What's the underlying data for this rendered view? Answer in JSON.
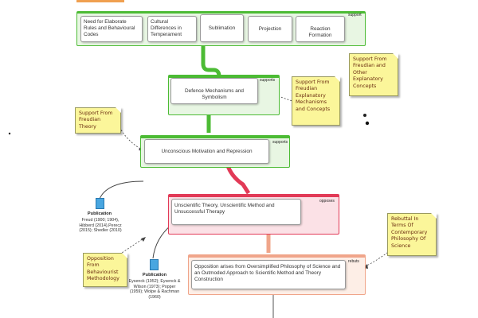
{
  "row_items": [
    "Need for Elaborate Rules and Behavioural Codes",
    "Cultural Differences in Temperament",
    "Sublimation",
    "Projection",
    "Reaction Formation"
  ],
  "row_tag": "support",
  "defence": {
    "label": "Defence Mechanisms and Symbolism",
    "tag": "supports"
  },
  "unconscious": {
    "label": "Unconscious Motivation and Repression",
    "tag": "supports"
  },
  "unscientific": {
    "label": "Unscientific Theory, Unscientific Method and Unsuccessful Therapy",
    "tag": "opposes"
  },
  "opposition": {
    "label": "Opposition arises from Oversimplified Philosophy of Science and an Outmoded Approach to Scientific Method and Theory Construction",
    "tag": "rebuts"
  },
  "notes": {
    "freudian_other": "Support From Freudian and Other Explanatory Concepts",
    "freudian_explanatory": "Support From Freudian Explanatory Mechanisms and Concepts",
    "freudian_theory": "Support From Freudian Theory",
    "behaviourist": "Opposition From Behaviourist Methodology",
    "rebuttal": "Rebuttal In Terms Of Contemporary Philosophy Of Science"
  },
  "publications": [
    {
      "title": "Publication",
      "text": "Freud (1900; 1904), Hibberd (2014),Perecz (2015); Shedler (2010)"
    },
    {
      "title": "Publication",
      "text": "Eysenck (1952); Eysenck & Wilson (1973); Popper (1959); Wolpe & Rachman (1960)"
    }
  ],
  "colors": {
    "support": "#4cbb34",
    "oppose": "#e23a57",
    "rebut": "#f0a58a",
    "note": "#fbf69a"
  }
}
